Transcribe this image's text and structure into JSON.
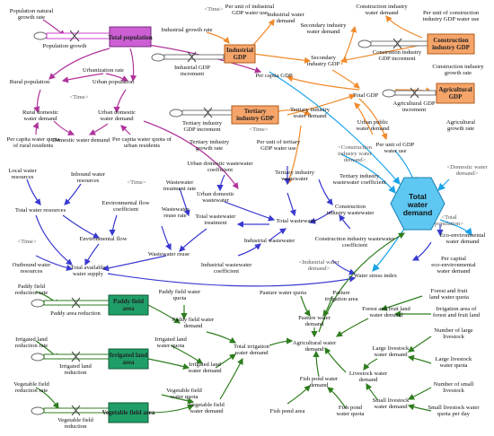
{
  "title": "",
  "stocks": {
    "total_population": "Total population",
    "industrial_gdp": "Industrial GDP",
    "construction_industry_gdp": "Construction industry GDP",
    "tertiary_industry_gdp": "Tertiary industry GDP",
    "agricultural_gdp": "Agricultural GDP",
    "paddy_field_area": "Paddy field area",
    "irrigated_land_area": "Irrigated land area",
    "vegetable_field_area": "Vegetable field area",
    "total_water_demand": "Total water demand"
  },
  "flows": {
    "population_growth": "Population growth",
    "industrial_gdp_increment": "Industrial GDP increment",
    "construction_gdp_increment": "Constrution industry GDP increment",
    "tertiary_gdp_increment": "Tertiary industry GDP increment",
    "agricultural_gdp_increment": "Agricultural GDP increment",
    "paddy_area_reduction": "Paddy area reduction",
    "irrigated_land_reduction": "Irrigated land reduction",
    "vegetable_field_reduction": "Vegetable field reduction"
  },
  "variables": {
    "population_natural_growth_rate": "Population natural growth rate",
    "industrial_growth_rate": "Industrial growth rate",
    "time_1": "<Time>",
    "per_unit_industrial_gdp_water_use": "Per unit of industrial GDP water use",
    "industrial_water_demand": "Industrial water demand",
    "construction_industry_water_demand": "Construction industry water demand",
    "per_unit_construction_gdp_water_use": "Per unit of construction industry GDP water use",
    "secondary_industry_water_demand": "Secondary industry water demand",
    "secondary_industry_gdp": "Secondary industry GDP",
    "construction_industry_growth_rate": "Construction industry growth rate",
    "urbanization_rate": "Urbanization rate",
    "rural_population": "Rural population",
    "urban_population": "Urban population",
    "time_2": "<Time>",
    "per_capita_gdp": "Per capita GDP",
    "total_gdp": "Total GDP",
    "rural_domestic_water_demand": "Rural domestic water demand",
    "urban_domestic_water_demand": "Urban domestic water demand",
    "domestic_water_demand": "Domestic water demand",
    "per_capita_water_quota_rural": "Per capita water quota of rural residents",
    "per_capita_water_quota_urban": "Per capita water quota of urban residents",
    "tertiary_industry_water_demand": "Tertiary industry water demand",
    "urban_public_water_demand": "Urban public water demand",
    "agricultural_growth_rate": "Agricultural growth rate",
    "per_unit_gdp_water_use": "Per unit of GDP water use",
    "tertiary_industry_growth_rate": "Tertiary industry growth rate",
    "per_unit_tertiary_gdp_water_use": "Per unit of tertiary GDP water use",
    "time_3": "<Time>",
    "construction_industry_water_demand_ref": "<Construction industry water demand>",
    "domestic_water_demand_ref": "<Domestic water demand>",
    "local_water_resources": "Local water resources",
    "inbound_water_resources": "Inbound water resources",
    "time_4": "<Time>",
    "wastewater_treatment_rate": "Wastewater treatment rate",
    "urban_domestic_wastewater_coefficient": "Urban domestic wastewater coefficient",
    "tertiary_industry_wastewater": "Tertiary industry wastewater",
    "tertiary_industry_wastewater_coefficient": "Tertiary industry wastewater coefficient",
    "total_water_resources": "Total water resources",
    "environmental_flow_coefficient": "Environmental flow coefficient",
    "wastewater_reuse_rate": "Wastewater reuse rate",
    "urban_domestic_wastewater": "Urban domestic wastewater",
    "total_wastewater_treatment": "Total wastewater treatment",
    "total_wastewater": "Total wastewater",
    "construction_industry_wastewater": "Construction industry wastewater",
    "total_population_ref": "<Total population>",
    "environmental_flow": "Environmental flow",
    "time_5": "<Time>",
    "industrial_wastewater": "Industrial wastewater",
    "construction_industry_wastewater_coefficient": "Construction industry wastewater coefficient",
    "eco_environmental_water_demand": "Eco-environmental water demand",
    "wastewater_reuse": "Wastewater reuse",
    "outbound_water_resources": "Outbound water resources",
    "total_available_water_supply": "Total available water supply",
    "industrial_wastewater_coefficient": "Industrial wastewater coefficient",
    "industrial_water_demand_ref": "<Industrial water demand>",
    "water_stress_index": "Water stress index",
    "per_capita_eco_water_demand": "Per capital eco-environmental water demand",
    "paddy_field_reduction_rate": "Paddy field reduction rate",
    "paddy_field_water_quota": "Paddy field water quota",
    "pasture_water_quota": "Pasture water quota",
    "pasture_irrigation_area": "Pasture irrigation area",
    "forest_fruit_land_water_quota": "Forest and fruit land water quota",
    "paddy_field_water_demand": "Paddy field water demand",
    "pasture_water_demand": "Pasture water demand",
    "forest_fruit_land_water_demand": "Forest and fruit land water demand",
    "irrigation_area_forest_fruit": "Irrigation area of forest and fruit land",
    "irrigated_land_reduction_rate": "Irrigated land reduction rate",
    "irrigated_land_water_quota": "Irrigated land water quota",
    "number_large_livestock": "Number of large livestock",
    "total_irrigation_water_demand": "Total irrigation water demand",
    "agricultural_water_demand": "Agricultural water demand",
    "large_livestock_water_demand": "Large livestock water demand",
    "irrigated_land_water_demand": "Irrigated land water demand",
    "large_livestock_water_quota": "Large livestock water quota",
    "livestock_water_demand": "Livestock water demand",
    "vegetable_field_reduction_rate": "Vegetable field reduction rate",
    "vegetable_field_water_quota": "Vegetable field water quota",
    "fish_pond_water_demand": "Fish pond water demand",
    "number_small_livestock": "Number of small livestock",
    "vegetable_field_water_demand": "Vegetable field water demand",
    "small_livestock_water_demand": "Small livestock water demand",
    "fish_pond_area": "Fish pond area",
    "fish_pond_water_quota": "Fish pond water quota",
    "small_livestock_water_quota": "Small livestock water quota per day"
  },
  "colors": {
    "stock_top": "#cc5fd4",
    "stock_gdp": "#f5a46a",
    "stock_agri": "#1f9e68",
    "total_water_demand": "#5ec8f2",
    "link_pink": "#b0339a",
    "link_orange": "#f08a2c",
    "link_blue": "#3a3ad0",
    "link_green": "#2e7d1e",
    "link_cyan": "#1aa3e8"
  }
}
